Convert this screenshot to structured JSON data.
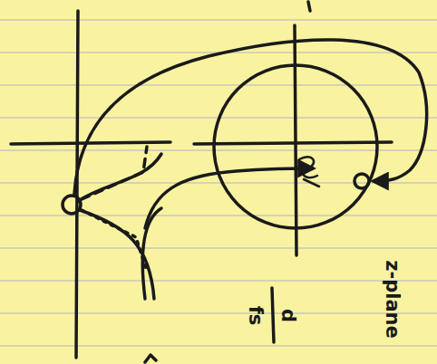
{
  "diagram": {
    "labels": [
      "z-plane",
      "d",
      "fs"
    ]
  }
}
